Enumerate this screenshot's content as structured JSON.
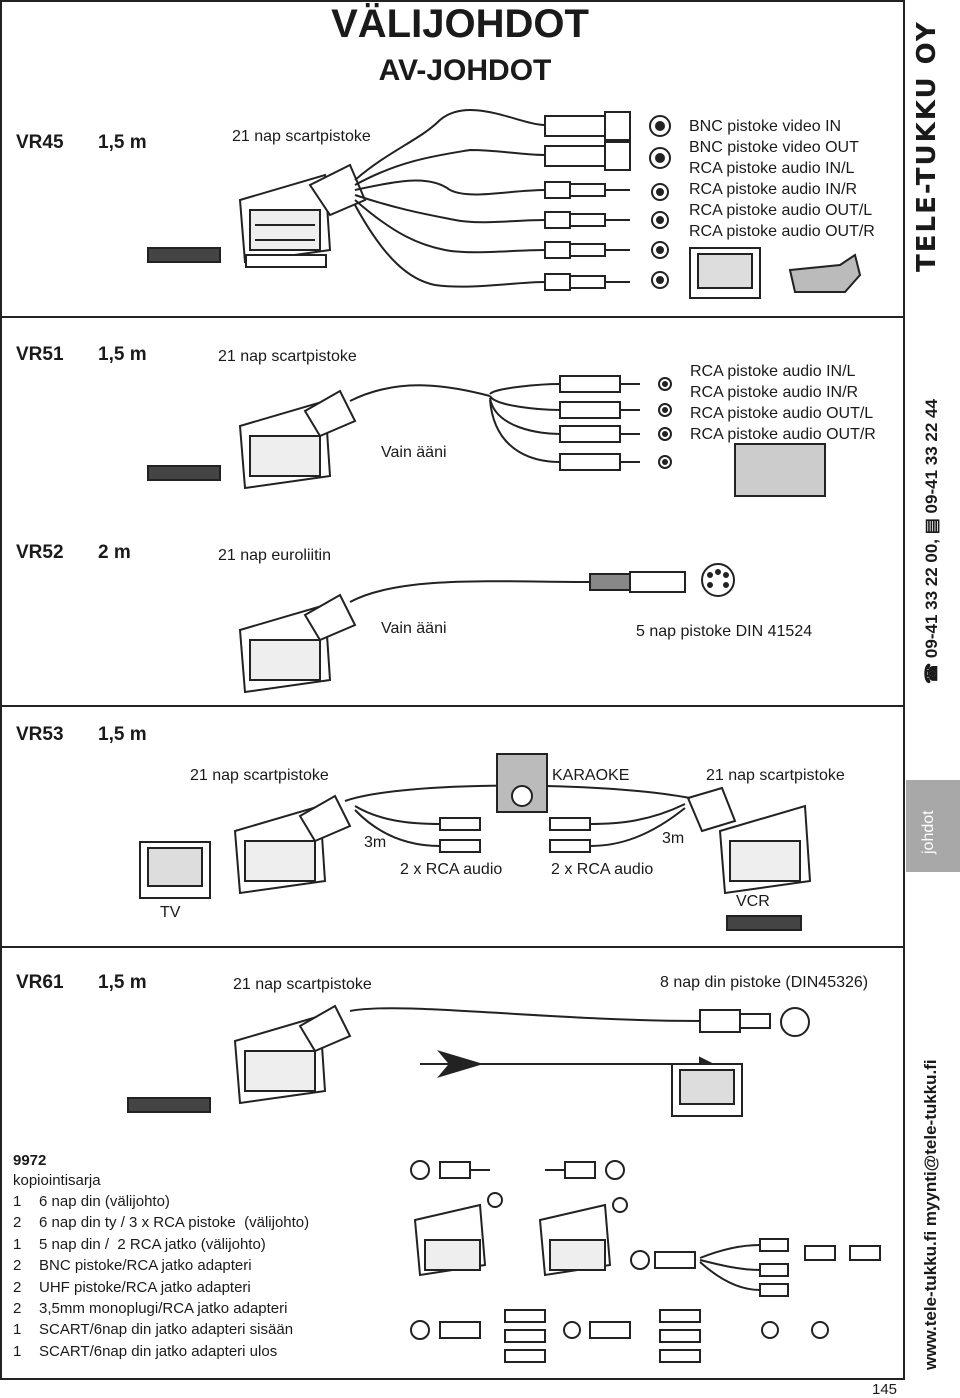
{
  "page": {
    "title": "VÄLIJOHDOT",
    "subtitle": "AV-JOHDOT",
    "page_number": "145"
  },
  "sidebar": {
    "brand": "TELE-TUKKU OY",
    "phone": "09-41 33 22 00,",
    "fax": "09-41 33 22 44",
    "tab_label": "johdot",
    "web": "www.tele-tukku.fi  myynti@tele-tukku.fi",
    "phone_icon": "phone-icon",
    "fax_icon": "fax-icon"
  },
  "products": [
    {
      "code": "VR45",
      "length": "1,5 m",
      "left_label": "21 nap scartpistoke",
      "connectors": [
        "BNC pistoke video IN",
        "BNC pistoke video OUT",
        "RCA pistoke audio IN/L",
        "RCA pistoke audio IN/R",
        "RCA pistoke audio OUT/L",
        "RCA pistoke audio OUT/R"
      ]
    },
    {
      "code": "VR51",
      "length": "1,5 m",
      "left_label": "21 nap scartpistoke",
      "note": "Vain ääni",
      "connectors": [
        "RCA pistoke audio IN/L",
        "RCA pistoke audio IN/R",
        "RCA pistoke audio OUT/L",
        "RCA pistoke audio OUT/R"
      ]
    },
    {
      "code": "VR52",
      "length": "2 m",
      "left_label": "21 nap euroliitin",
      "note": "Vain ääni",
      "right_label": "5 nap pistoke DIN 41524"
    },
    {
      "code": "VR53",
      "length": "1,5 m",
      "left_label": "21 nap scartpistoke",
      "center_label": "KARAOKE",
      "right_label": "21 nap scartpistoke",
      "left_cable": "3m",
      "right_cable": "3m",
      "left_audio": "2 x RCA audio",
      "right_audio": "2 x RCA audio",
      "tv_label": "TV",
      "vcr_label": "VCR"
    },
    {
      "code": "VR61",
      "length": "1,5 m",
      "left_label": "21 nap scartpistoke",
      "right_label": "8 nap din pistoke  (DIN45326)"
    }
  ],
  "kit": {
    "code": "9972",
    "name": "kopiointisarja",
    "items": [
      {
        "qty": "1",
        "text": "6 nap din (välijohto)"
      },
      {
        "qty": "2",
        "text": "6 nap din ty / 3 x RCA pistoke  (välijohto)"
      },
      {
        "qty": "1",
        "text": "5 nap din /  2 RCA jatko (välijohto)"
      },
      {
        "qty": "2",
        "text": "BNC pistoke/RCA jatko adapteri"
      },
      {
        "qty": "2",
        "text": "UHF pistoke/RCA jatko adapteri"
      },
      {
        "qty": "2",
        "text": "3,5mm monoplugi/RCA jatko adapteri"
      },
      {
        "qty": "1",
        "text": "SCART/6nap din jatko adapteri sisään"
      },
      {
        "qty": "1",
        "text": "SCART/6nap din jatko adapteri ulos"
      }
    ]
  }
}
